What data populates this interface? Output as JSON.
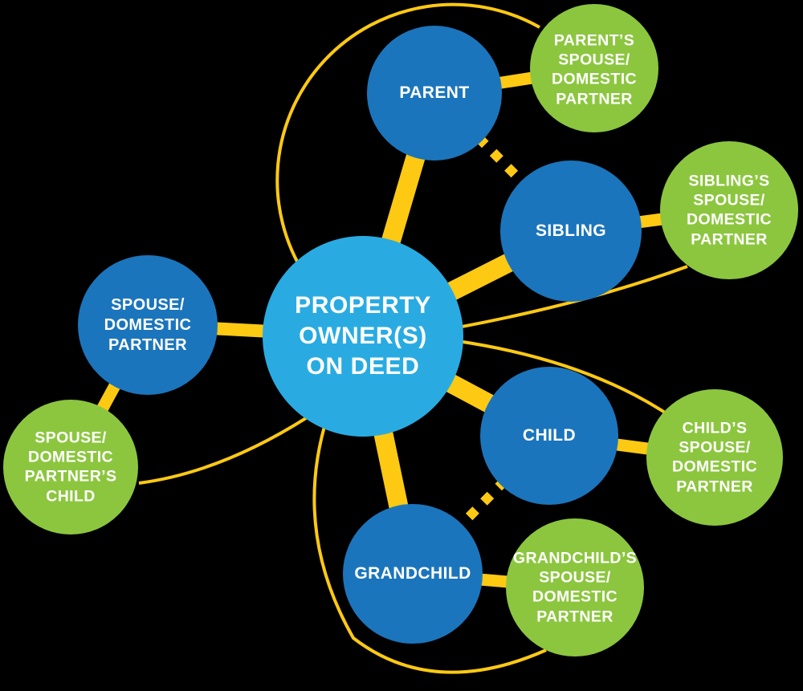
{
  "colors": {
    "background": "#000000",
    "owner_blue": "#29ABE2",
    "relative_blue": "#1B75BC",
    "spouse_green": "#8CC63F",
    "connector_yellow": "#FDC913",
    "label_white": "#FFFFFF"
  },
  "nodes": {
    "owner": {
      "label": "PROPERTY\nOWNER(S)\nON DEED"
    },
    "parent": {
      "label": "PARENT"
    },
    "parent_spouse": {
      "label": "PARENT’S\nSPOUSE/\nDOMESTIC\nPARTNER"
    },
    "sibling": {
      "label": "SIBLING"
    },
    "sibling_spouse": {
      "label": "SIBLING’S\nSPOUSE/\nDOMESTIC\nPARTNER"
    },
    "spouse": {
      "label": "SPOUSE/\nDOMESTIC\nPARTNER"
    },
    "spouse_child": {
      "label": "SPOUSE/\nDOMESTIC\nPARTNER’S\nCHILD"
    },
    "child": {
      "label": "CHILD"
    },
    "child_spouse": {
      "label": "CHILD’S\nSPOUSE/\nDOMESTIC\nPARTNER"
    },
    "grandchild": {
      "label": "GRANDCHILD"
    },
    "grandchild_spouse": {
      "label": "GRANDCHILD’S\nSPOUSE/\nDOMESTIC\nPARTNER"
    }
  },
  "edges": [
    {
      "from": "owner",
      "to": "parent",
      "style": "thick-solid"
    },
    {
      "from": "owner",
      "to": "sibling",
      "style": "thick-solid"
    },
    {
      "from": "owner",
      "to": "spouse",
      "style": "thick-solid"
    },
    {
      "from": "owner",
      "to": "child",
      "style": "thick-solid"
    },
    {
      "from": "owner",
      "to": "grandchild",
      "style": "thick-solid"
    },
    {
      "from": "parent",
      "to": "parent_spouse",
      "style": "thick-solid"
    },
    {
      "from": "sibling",
      "to": "sibling_spouse",
      "style": "thick-solid"
    },
    {
      "from": "spouse",
      "to": "spouse_child",
      "style": "thick-solid"
    },
    {
      "from": "child",
      "to": "child_spouse",
      "style": "thick-solid"
    },
    {
      "from": "grandchild",
      "to": "grandchild_spouse",
      "style": "thick-solid"
    },
    {
      "from": "parent",
      "to": "sibling",
      "style": "dashed"
    },
    {
      "from": "child",
      "to": "grandchild",
      "style": "dashed"
    },
    {
      "from": "owner",
      "to": "parent_spouse",
      "style": "thin-curve"
    },
    {
      "from": "owner",
      "to": "sibling_spouse",
      "style": "thin-curve"
    },
    {
      "from": "owner",
      "to": "child_spouse",
      "style": "thin-curve"
    },
    {
      "from": "owner",
      "to": "spouse_child",
      "style": "thin-curve"
    },
    {
      "from": "owner",
      "to": "grandchild_spouse",
      "style": "thin-curve"
    }
  ]
}
